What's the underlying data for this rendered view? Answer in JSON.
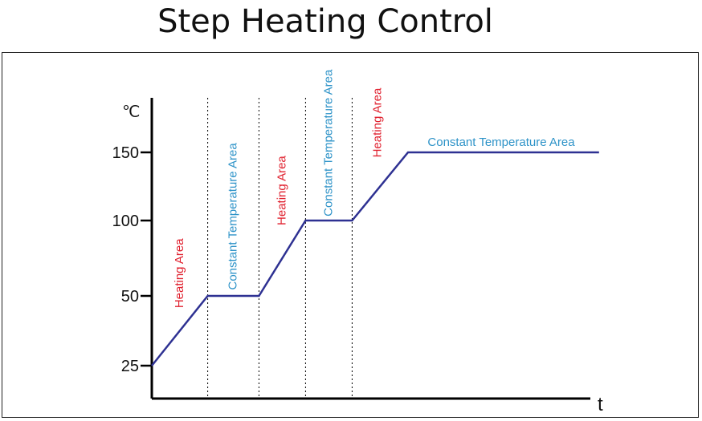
{
  "title": "Step Heating Control",
  "chart_data": {
    "type": "line",
    "title": "Step Heating Control",
    "ylabel": "℃",
    "xlabel": "t",
    "y_ticks": [
      25,
      50,
      100,
      150
    ],
    "series": [
      {
        "x": [
          0,
          1.2,
          2.3,
          3.3,
          4.3,
          5.5,
          9.6
        ],
        "y": [
          25,
          50,
          50,
          100,
          100,
          150,
          150
        ]
      }
    ],
    "dividers_x": [
      1.2,
      2.3,
      3.3,
      4.3
    ],
    "regions": [
      {
        "label": "Heating Area",
        "type": "heating",
        "x_center": 0.6,
        "y_center": 65
      },
      {
        "label": "Constant Temperature Area",
        "type": "constant",
        "x_center": 1.75,
        "y_center": 103
      },
      {
        "label": "Heating Area",
        "type": "heating",
        "x_center": 2.8,
        "y_center": 122
      },
      {
        "label": "Constant Temperature Area",
        "type": "constant",
        "x_center": 3.8,
        "y_center": 157
      },
      {
        "label": "Heating Area",
        "type": "heating",
        "x_center": 4.85,
        "y_center": 172
      },
      {
        "label": "Constant Temperature Area",
        "type": "constant_horizontal",
        "x_center": 7.5,
        "y_center": 157
      }
    ],
    "colors": {
      "line": "#2e3192",
      "heating_label": "#e0202e",
      "constant_label": "#2e93c8",
      "axis": "#000000",
      "divider": "#000000"
    },
    "grid": false,
    "legend": "none"
  }
}
